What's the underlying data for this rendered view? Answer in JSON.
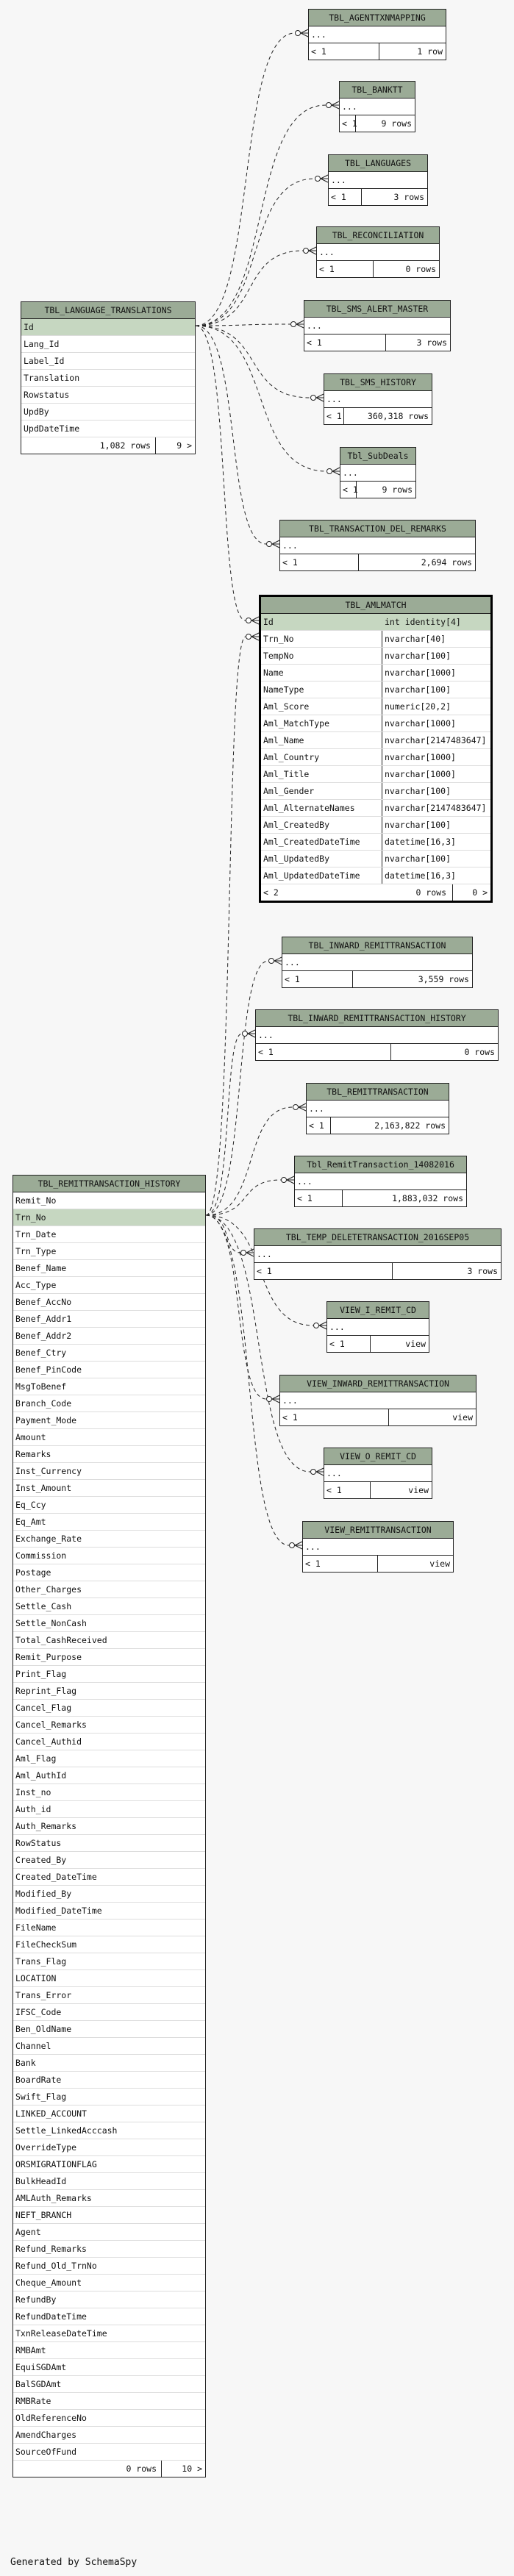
{
  "tables": [
    {
      "id": "agent",
      "name": "TBL_AGENTTXNMAPPING",
      "left_label": "< 1",
      "right_label": "1 row"
    },
    {
      "id": "bank",
      "name": "TBL_BANKTT",
      "left_label": "< 1",
      "right_label": "9 rows"
    },
    {
      "id": "lang",
      "name": "TBL_LANGUAGES",
      "left_label": "< 1",
      "right_label": "3 rows"
    },
    {
      "id": "recon",
      "name": "TBL_RECONCILIATION",
      "left_label": "< 1",
      "right_label": "0 rows"
    },
    {
      "id": "sms",
      "name": "TBL_SMS_ALERT_MASTER",
      "left_label": "< 1",
      "right_label": "3 rows"
    },
    {
      "id": "smshist",
      "name": "TBL_SMS_HISTORY",
      "left_label": "< 1",
      "right_label": "360,318 rows"
    },
    {
      "id": "subdeals",
      "name": "Tbl_SubDeals",
      "left_label": "< 1",
      "right_label": "9 rows"
    },
    {
      "id": "txndel",
      "name": "TBL_TRANSACTION_DEL_REMARKS",
      "left_label": "< 1",
      "right_label": "2,694 rows"
    },
    {
      "id": "inward",
      "name": "TBL_INWARD_REMITTRANSACTION",
      "left_label": "< 1",
      "right_label": "3,559 rows"
    },
    {
      "id": "inwardhist",
      "name": "TBL_INWARD_REMITTRANSACTION_HISTORY",
      "left_label": "< 1",
      "right_label": "0 rows"
    },
    {
      "id": "remit",
      "name": "TBL_REMITTRANSACTION",
      "left_label": "< 1",
      "right_label": "2,163,822 rows"
    },
    {
      "id": "remit14",
      "name": "Tbl_RemitTransaction_14082016",
      "left_label": "< 1",
      "right_label": "1,883,032 rows"
    },
    {
      "id": "tempdel",
      "name": "TBL_TEMP_DELETETRANSACTION_2016SEP05",
      "left_label": "< 1",
      "right_label": "3 rows"
    },
    {
      "id": "viewi",
      "name": "VIEW_I_REMIT_CD",
      "left_label": "< 1",
      "right_label": "view"
    },
    {
      "id": "viewinward",
      "name": "VIEW_INWARD_REMITTRANSACTION",
      "left_label": "< 1",
      "right_label": "view"
    },
    {
      "id": "viewo",
      "name": "VIEW_O_REMIT_CD",
      "left_label": "< 1",
      "right_label": "view"
    },
    {
      "id": "viewremit",
      "name": "VIEW_REMITTRANSACTION",
      "left_label": "< 1",
      "right_label": "view"
    }
  ],
  "ellipsis": "...",
  "lang_translations": {
    "name": "TBL_LANGUAGE_TRANSLATIONS",
    "columns": [
      "Id",
      "Lang_Id",
      "Label_Id",
      "Translation",
      "Rowstatus",
      "UpdBy",
      "UpdDateTime"
    ],
    "rows_label": "1,082 rows",
    "right_label": "9 >"
  },
  "amlmatch": {
    "name": "TBL_AMLMATCH",
    "columns": [
      {
        "name": "Id",
        "type": "int identity[4]"
      },
      {
        "name": "Trn_No",
        "type": "nvarchar[40]"
      },
      {
        "name": "TempNo",
        "type": "nvarchar[100]"
      },
      {
        "name": "Name",
        "type": "nvarchar[1000]"
      },
      {
        "name": "NameType",
        "type": "nvarchar[100]"
      },
      {
        "name": "Aml_Score",
        "type": "numeric[20,2]"
      },
      {
        "name": "Aml_MatchType",
        "type": "nvarchar[1000]"
      },
      {
        "name": "Aml_Name",
        "type": "nvarchar[2147483647]"
      },
      {
        "name": "Aml_Country",
        "type": "nvarchar[1000]"
      },
      {
        "name": "Aml_Title",
        "type": "nvarchar[1000]"
      },
      {
        "name": "Aml_Gender",
        "type": "nvarchar[100]"
      },
      {
        "name": "Aml_AlternateNames",
        "type": "nvarchar[2147483647]"
      },
      {
        "name": "Aml_CreatedBy",
        "type": "nvarchar[100]"
      },
      {
        "name": "Aml_CreatedDateTime",
        "type": "datetime[16,3]"
      },
      {
        "name": "Aml_UpdatedBy",
        "type": "nvarchar[100]"
      },
      {
        "name": "Aml_UpdatedDateTime",
        "type": "datetime[16,3]"
      }
    ],
    "left_label": "< 2",
    "rows_label": "0 rows",
    "right_label": "0 >"
  },
  "remit_history": {
    "name": "TBL_REMITTRANSACTION_HISTORY",
    "columns": [
      "Remit_No",
      "Trn_No",
      "Trn_Date",
      "Trn_Type",
      "Benef_Name",
      "Acc_Type",
      "Benef_AccNo",
      "Benef_Addr1",
      "Benef_Addr2",
      "Benef_Ctry",
      "Benef_PinCode",
      "MsgToBenef",
      "Branch_Code",
      "Payment_Mode",
      "Amount",
      "Remarks",
      "Inst_Currency",
      "Inst_Amount",
      "Eq_Ccy",
      "Eq_Amt",
      "Exchange_Rate",
      "Commission",
      "Postage",
      "Other_Charges",
      "Settle_Cash",
      "Settle_NonCash",
      "Total_CashReceived",
      "Remit_Purpose",
      "Print_Flag",
      "Reprint_Flag",
      "Cancel_Flag",
      "Cancel_Remarks",
      "Cancel_Authid",
      "Aml_Flag",
      "Aml_AuthId",
      "Inst_no",
      "Auth_id",
      "Auth_Remarks",
      "RowStatus",
      "Created_By",
      "Created_DateTime",
      "Modified_By",
      "Modified_DateTime",
      "FileName",
      "FileCheckSum",
      "Trans_Flag",
      "LOCATION",
      "Trans_Error",
      "IFSC_Code",
      "Ben_OldName",
      "Channel",
      "Bank",
      "BoardRate",
      "Swift_Flag",
      "LINKED_ACCOUNT",
      "Settle_LinkedAcccash",
      "OverrideType",
      "ORSMIGRATIONFLAG",
      "BulkHeadId",
      "AMLAuth_Remarks",
      "NEFT_BRANCH",
      "Agent",
      "Refund_Remarks",
      "Refund_Old_TrnNo",
      "Cheque_Amount",
      "RefundBy",
      "RefundDateTime",
      "TxnReleaseDateTime",
      "RMBAmt",
      "EquiSGDAmt",
      "BalSGDAmt",
      "RMBRate",
      "OldReferenceNo",
      "AmendCharges",
      "SourceOfFund"
    ],
    "rows_label": "0 rows",
    "right_label": "10 >"
  },
  "footer": "Generated by SchemaSpy"
}
